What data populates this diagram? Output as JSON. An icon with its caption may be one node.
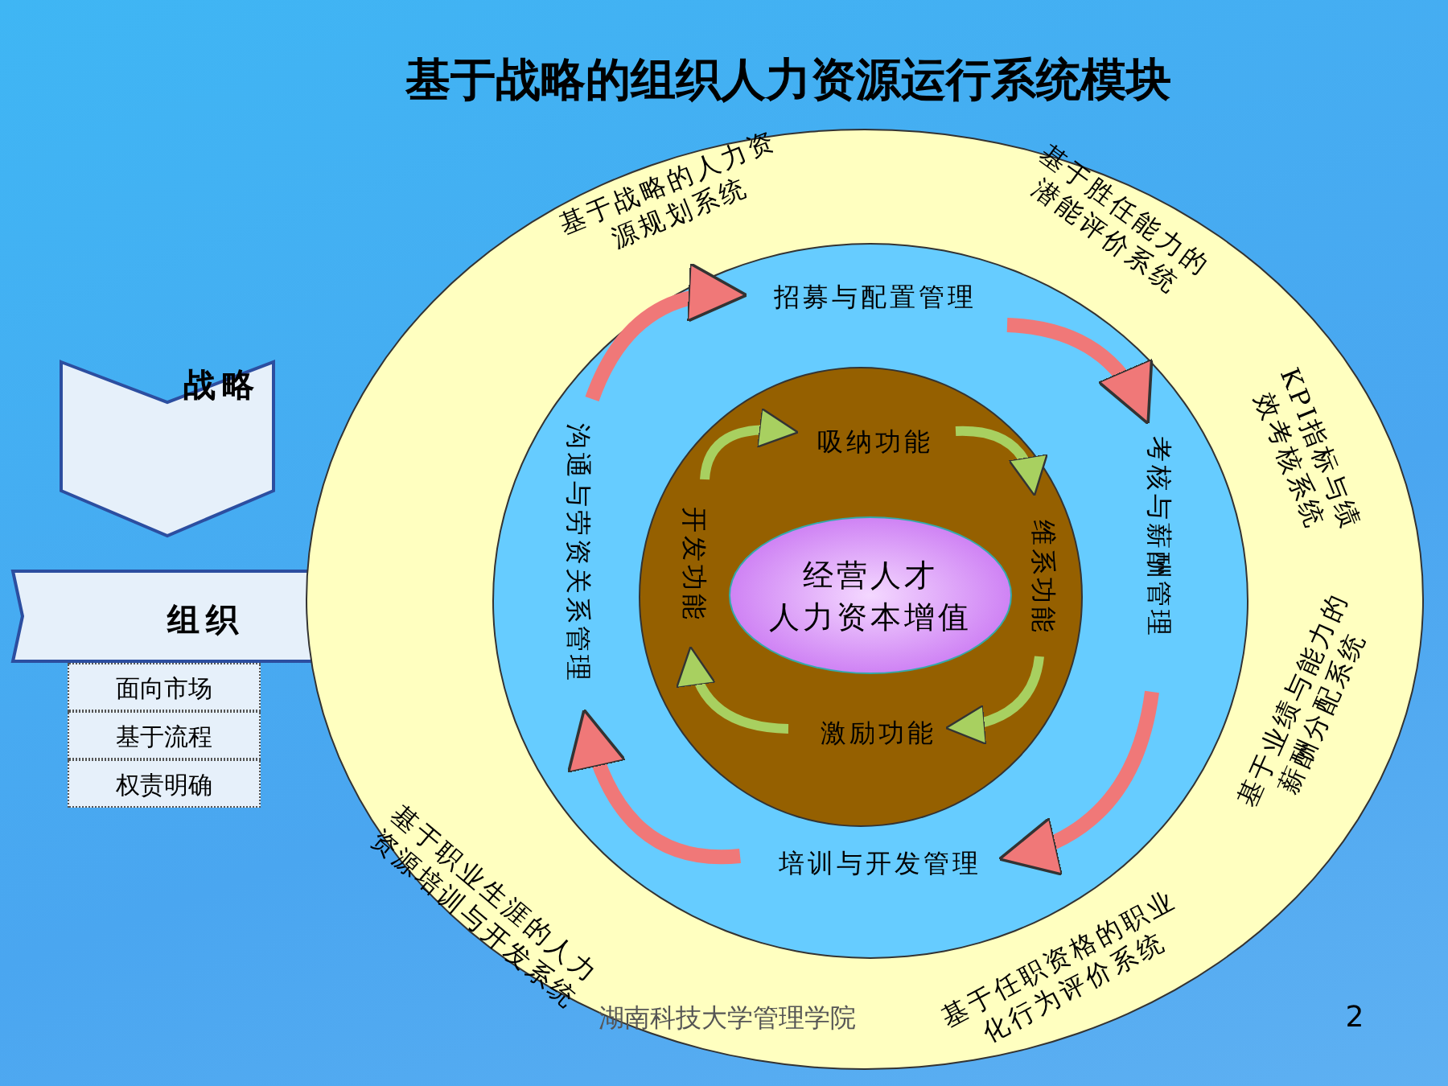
{
  "diagram": {
    "title": "基于战略的组织人力资源运行系统模块",
    "nodes": [
      {
        "text": [
          "战略"
        ]
      },
      {
        "text": [
          "组织"
        ]
      },
      {
        "text": [
          "面向市场"
        ]
      },
      {
        "text": [
          "基于流程"
        ]
      },
      {
        "text": [
          "权责明确"
        ]
      },
      {
        "text": [
          "基于战略的人力资源规划系统",
          "基于胜任能力的潜能评价系统",
          "KPI指标与绩效考核系统",
          "基于业绩与能力的薪酬分配系统",
          "基于任职资格的职业化行为评价系统",
          "基于职业生涯的人力资源培训与开发系统"
        ]
      },
      {
        "text": [],
        "shape": "circle",
        "in": 5
      },
      {
        "text": [
          "招募与配置管理"
        ],
        "in": 6
      },
      {
        "text": [
          "考核与薪酬管理"
        ],
        "in": 6
      },
      {
        "text": [
          "培训与开发管理"
        ],
        "in": 6
      },
      {
        "text": [
          "沟通与劳资关系管理"
        ],
        "in": 6
      },
      {
        "text": [],
        "shape": "circle",
        "in": 6
      },
      {
        "text": [
          "吸纳功能"
        ],
        "in": 11
      },
      {
        "text": [
          "维系功能"
        ],
        "in": 11
      },
      {
        "text": [
          "激励功能"
        ],
        "in": 11
      },
      {
        "text": [
          "开发功能"
        ],
        "in": 11
      },
      {
        "text": [
          "经营人才",
          "人力资本增值"
        ],
        "in": 11
      }
    ],
    "edges": [
      {
        "from": 10,
        "to": 7,
        "arrow": "to",
        "color": "#f07878"
      },
      {
        "from": 7,
        "to": 8,
        "arrow": "to",
        "color": "#f07878"
      },
      {
        "from": 8,
        "to": 9,
        "arrow": "to",
        "color": "#f07878"
      },
      {
        "from": 9,
        "to": 10,
        "arrow": "to",
        "color": "#f07878"
      },
      {
        "from": 15,
        "to": 12,
        "arrow": "to",
        "color": "#a8d060"
      },
      {
        "from": 12,
        "to": 13,
        "arrow": "to",
        "color": "#a8d060"
      },
      {
        "from": 13,
        "to": 14,
        "arrow": "to",
        "color": "#a8d060"
      },
      {
        "from": 14,
        "to": 15,
        "arrow": "to",
        "color": "#a8d060"
      }
    ],
    "labels": [
      "湖南科技大学管理学院",
      "2"
    ]
  }
}
